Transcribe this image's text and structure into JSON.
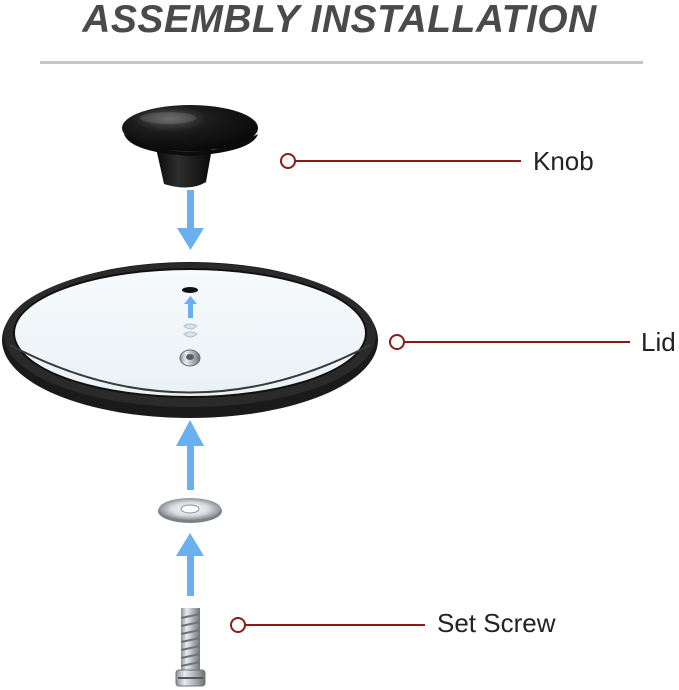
{
  "header": {
    "title": "ASSEMBLY INSTALLATION"
  },
  "parts": [
    {
      "id": "knob",
      "label": "Knob"
    },
    {
      "id": "lid",
      "label": "Lid"
    },
    {
      "id": "set-screw",
      "label": "Set Screw"
    }
  ],
  "colors": {
    "title": "#4a4a4a",
    "rule": "#c6c6c6",
    "callout_line": "#8b1a1a",
    "arrow": "#6ab0ee",
    "knob": "#111111",
    "lid_rim": "#161616",
    "glass": "#f2f7fa",
    "metal": "#c9ccd0"
  },
  "icons": {
    "arrows": "arrow-up-down-icon",
    "callout_marker": "circle-marker-icon"
  }
}
